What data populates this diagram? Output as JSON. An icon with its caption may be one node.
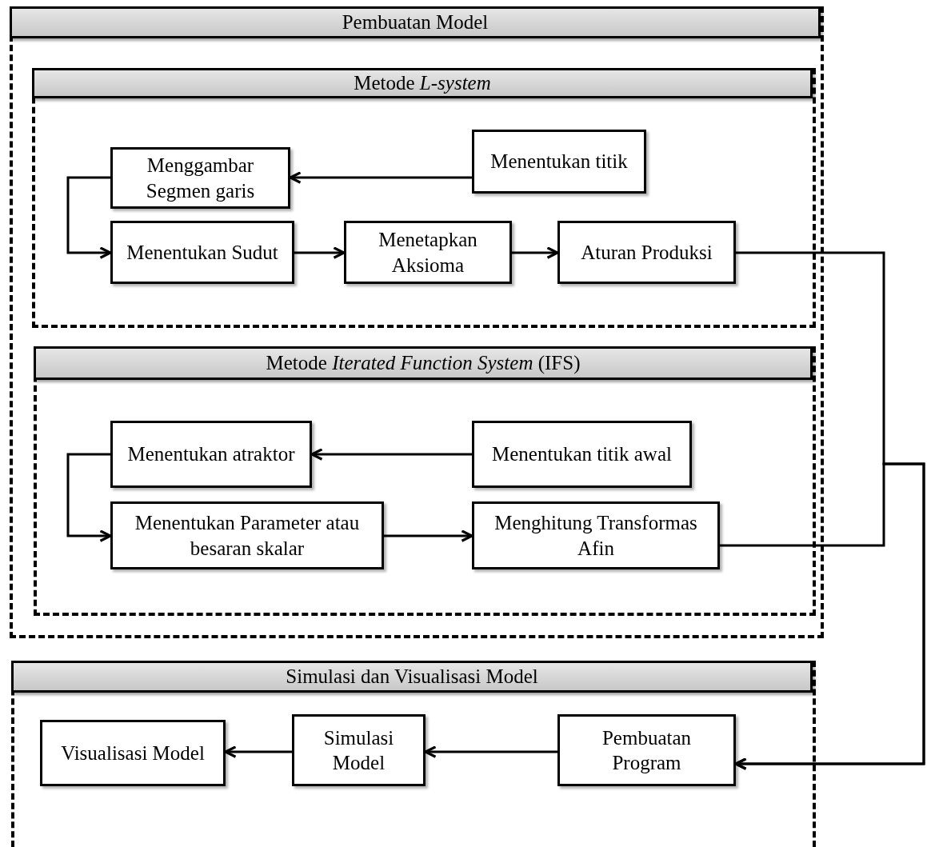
{
  "diagram": {
    "nodes": [
      {
        "text": [
          "Pembuatan Model"
        ]
      },
      {
        "text": [
          "Metode *L-system*"
        ],
        "in": 0
      },
      {
        "text": [
          "Menggambar Segmen garis"
        ],
        "in": 1
      },
      {
        "text": [
          "Menentukan titik"
        ],
        "in": 1
      },
      {
        "text": [
          "Menentukan Sudut"
        ],
        "in": 1
      },
      {
        "text": [
          "Menetapkan Aksioma"
        ],
        "in": 1
      },
      {
        "text": [
          "Aturan Produksi"
        ],
        "in": 1
      },
      {
        "text": [
          "Metode *Iterated Function System* (IFS)"
        ],
        "in": 0
      },
      {
        "text": [
          "Menentukan atraktor"
        ],
        "in": 7
      },
      {
        "text": [
          "Menentukan titik awal"
        ],
        "in": 7
      },
      {
        "text": [
          "Menentukan Parameter atau besaran skalar"
        ],
        "in": 7
      },
      {
        "text": [
          "Menghitung Transformas Afin"
        ],
        "in": 7
      },
      {
        "text": [
          "Simulasi dan Visualisasi Model"
        ]
      },
      {
        "text": [
          "Visualisasi Model"
        ],
        "in": 12
      },
      {
        "text": [
          "Simulasi Model"
        ],
        "in": 12
      },
      {
        "text": [
          "Pembuatan Program"
        ],
        "in": 12
      }
    ],
    "edges": [
      {
        "from": 3,
        "to": 2,
        "arrow": "to"
      },
      {
        "from": 2,
        "to": 4,
        "arrow": "to"
      },
      {
        "from": 4,
        "to": 5,
        "arrow": "to"
      },
      {
        "from": 5,
        "to": 6,
        "arrow": "to"
      },
      {
        "from": 9,
        "to": 8,
        "arrow": "to"
      },
      {
        "from": 8,
        "to": 10,
        "arrow": "to"
      },
      {
        "from": 10,
        "to": 11,
        "arrow": "to"
      },
      {
        "from": 6,
        "to": 15,
        "arrow": "to"
      },
      {
        "from": 11,
        "to": 15,
        "arrow": "to"
      },
      {
        "from": 15,
        "to": 14,
        "arrow": "to"
      },
      {
        "from": 14,
        "to": 13,
        "arrow": "to"
      }
    ]
  }
}
